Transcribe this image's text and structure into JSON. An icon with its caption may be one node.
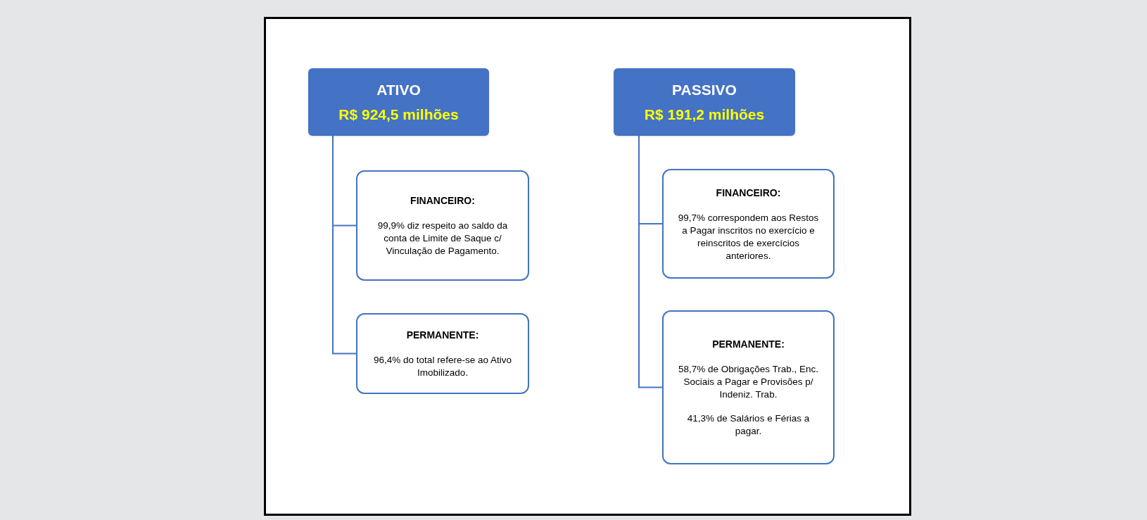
{
  "diagram": {
    "nodes": [
      {
        "text": [
          "ATIVO",
          "R$ 924,5 milhões"
        ]
      },
      {
        "text": [
          "FINANCEIRO:",
          "99,9% diz respeito ao saldo da conta de Limite de Saque c/ Vinculação de Pagamento."
        ]
      },
      {
        "text": [
          "PERMANENTE:",
          "96,4% do total refere-se ao Ativo Imobilizado."
        ]
      },
      {
        "text": [
          "PASSIVO",
          "R$ 191,2 milhões"
        ]
      },
      {
        "text": [
          "FINANCEIRO:",
          "99,7% correspondem aos Restos a Pagar inscritos no exercício e reinscritos de exercícios anteriores."
        ]
      },
      {
        "text": [
          "PERMANENTE:",
          "58,7% de Obrigações Trab., Enc. Sociais a Pagar e Provisões p/ Indeniz. Trab.",
          "41,3% de Salários e Férias a pagar."
        ]
      }
    ],
    "edges": [
      {
        "from": 0,
        "to": 1,
        "arrow": "none"
      },
      {
        "from": 0,
        "to": 2,
        "arrow": "none"
      },
      {
        "from": 3,
        "to": 4,
        "arrow": "none"
      },
      {
        "from": 3,
        "to": 5,
        "arrow": "none"
      }
    ]
  }
}
